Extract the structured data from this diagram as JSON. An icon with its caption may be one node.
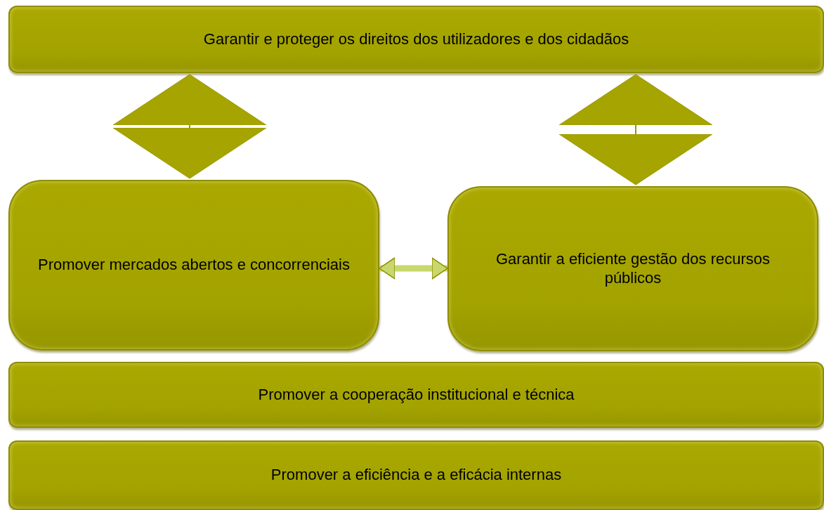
{
  "diagram": {
    "nodes": [
      {
        "text": [
          "Garantir e proteger os direitos dos utilizadores e dos cidadãos"
        ]
      },
      {
        "text": [
          "Promover mercados abertos e concorrenciais"
        ]
      },
      {
        "text": [
          "Garantir a eficiente gestão dos recursos públicos"
        ]
      },
      {
        "text": [
          "Promover a cooperação institucional e técnica"
        ]
      },
      {
        "text": [
          "Promover a eficiência e a eficácia internas"
        ]
      }
    ],
    "edges": [
      {
        "from": 0,
        "to": 1,
        "arrow": "both"
      },
      {
        "from": 0,
        "to": 2,
        "arrow": "both"
      },
      {
        "from": 1,
        "to": 2,
        "arrow": "both",
        "style": "thick",
        "color": "#c8d86c"
      }
    ]
  }
}
